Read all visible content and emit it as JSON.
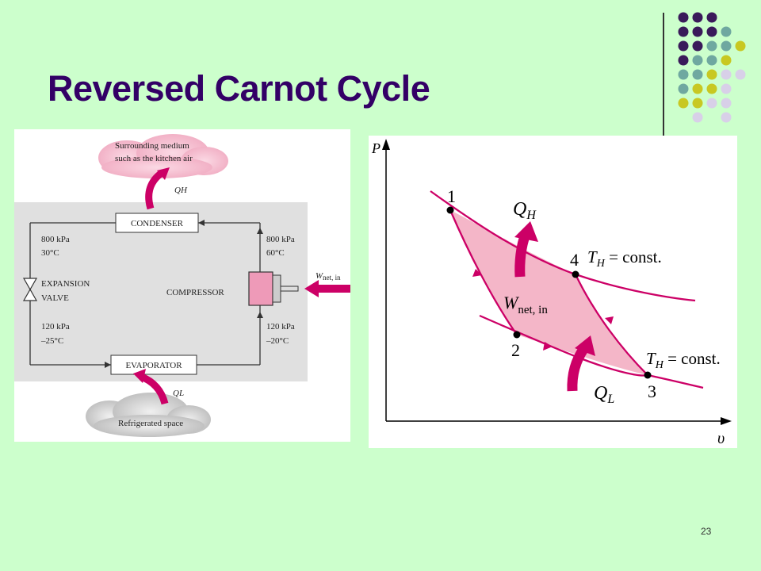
{
  "slide": {
    "title": "Reversed Carnot Cycle",
    "slide_number": "23",
    "colors": {
      "background": "#CCFFCC",
      "title": "#330066",
      "pink_fill": "#F4B6C8",
      "magenta": "#CC0066",
      "dot_purple": "#3A1A5A",
      "dot_teal": "#6FA8A0",
      "dot_yellow": "#C8C822",
      "dot_lavender": "#D8D0E8"
    }
  },
  "system_diagram": {
    "surrounding_label_line1": "Surrounding medium",
    "surrounding_label_line2": "such as the kitchen air",
    "qh_label": "QH",
    "condenser": "CONDENSER",
    "evaporator": "EVAPORATOR",
    "compressor": "COMPRESSOR",
    "expansion_line1": "EXPANSION",
    "expansion_line2": "VALVE",
    "state_top_left_p": "800 kPa",
    "state_top_left_t": "30°C",
    "state_top_right_p": "800 kPa",
    "state_top_right_t": "60°C",
    "state_bottom_left_p": "120 kPa",
    "state_bottom_left_t": "–25°C",
    "state_bottom_right_p": "120 kPa",
    "state_bottom_right_t": "–20°C",
    "wnet_label": "W",
    "wnet_sub": "net, in",
    "ql_label": "QL",
    "refrigerated_label": "Refrigerated space"
  },
  "pv_diagram": {
    "y_axis_label": "P",
    "x_axis_label": "υ",
    "point_1": "1",
    "point_2": "2",
    "point_3": "3",
    "point_4": "4",
    "qh": "Q",
    "qh_sub": "H",
    "ql": "Q",
    "ql_sub": "L",
    "wnet": "W",
    "wnet_sub": "net, in",
    "th_top_t": "T",
    "th_top_sub": "H",
    "th_top_rest": " = const.",
    "th_bottom_t": "T",
    "th_bottom_sub": "H",
    "th_bottom_rest": " = const."
  }
}
